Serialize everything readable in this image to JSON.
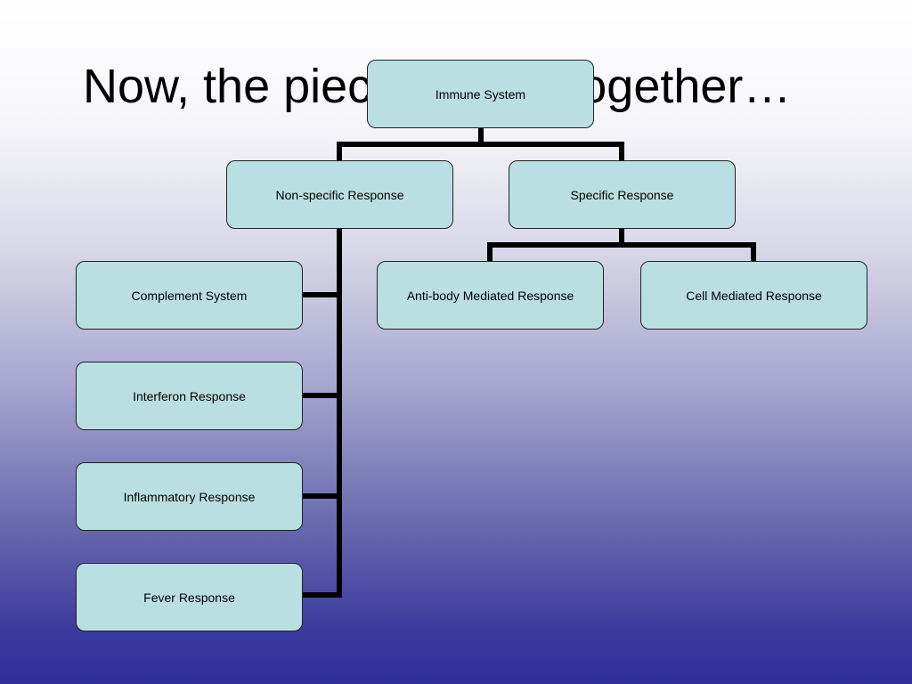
{
  "slide": {
    "title": "Now, the pieces come together…"
  },
  "colors": {
    "node_fill": "#b9dfe3",
    "node_border": "#222222",
    "connector": "#000000",
    "background_top": "#ffffff",
    "background_bottom": "#2f2f98"
  },
  "diagram": {
    "root": "Immune System",
    "branches": {
      "nonspecific": "Non-specific Response",
      "specific": "Specific Response"
    },
    "nonspecific_children": [
      "Complement System",
      "Interferon Response",
      "Inflammatory Response",
      "Fever Response"
    ],
    "specific_children": [
      "Anti-body Mediated Response",
      "Cell Mediated Response"
    ]
  }
}
